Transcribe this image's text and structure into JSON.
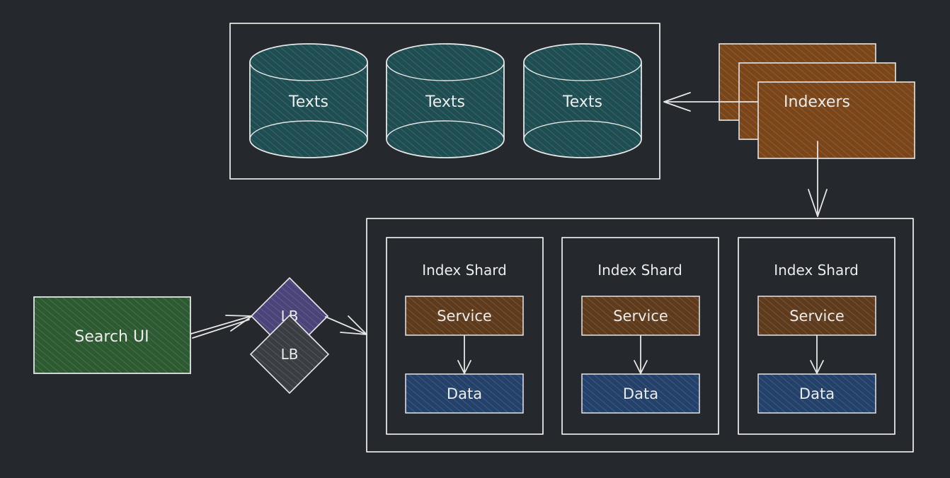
{
  "colors": {
    "background": "#25282c",
    "stroke": "#e6e6e6",
    "text_store_fill": "#1e4d52",
    "indexer_fill": "#7a4518",
    "search_ui_fill": "#2d5a31",
    "lb_fill": "#4a4479",
    "service_fill": "#5f3b1d",
    "data_fill": "#23416a"
  },
  "text_stores": [
    {
      "label": "Texts"
    },
    {
      "label": "Texts"
    },
    {
      "label": "Texts"
    }
  ],
  "indexers": {
    "label": "Indexers"
  },
  "search_ui": {
    "label": "Search UI"
  },
  "load_balancers": [
    {
      "label": "LB"
    },
    {
      "label": "LB"
    }
  ],
  "shards": [
    {
      "title": "Index Shard",
      "service": "Service",
      "data": "Data"
    },
    {
      "title": "Index Shard",
      "service": "Service",
      "data": "Data"
    },
    {
      "title": "Index Shard",
      "service": "Service",
      "data": "Data"
    }
  ]
}
